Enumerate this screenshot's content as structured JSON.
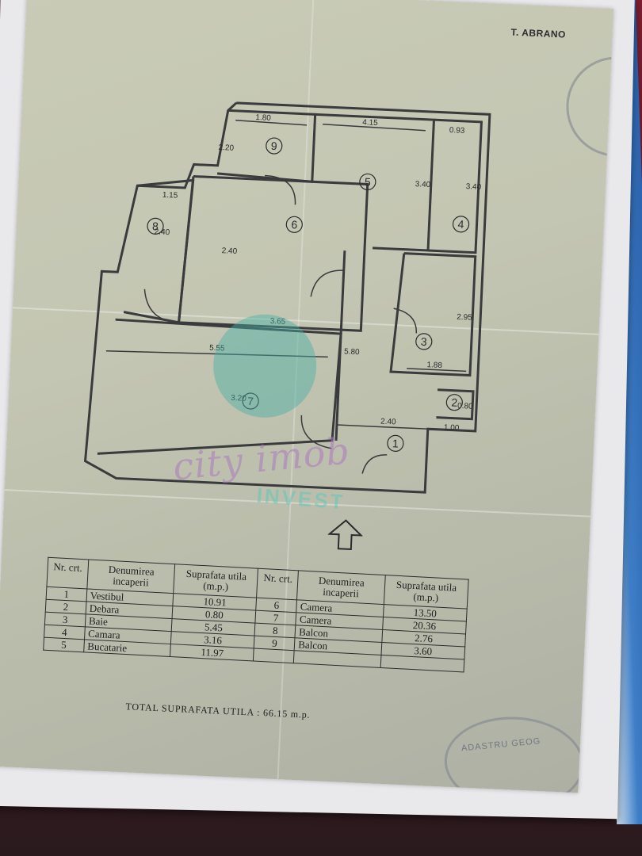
{
  "document": {
    "author_label": "T. ABRANO",
    "stamp_text": "ADASTRU GEOG",
    "watermark": {
      "brand": "city imob",
      "sub": "INVEST"
    }
  },
  "floor_plan": {
    "room_markers": [
      "1",
      "2",
      "3",
      "4",
      "5",
      "6",
      "7",
      "8",
      "9"
    ],
    "dimensions": {
      "d1_80": "1.80",
      "d4_15": "4.15",
      "d0_93": "0.93",
      "d2_20": "2.20",
      "d3_40a": "3.40",
      "d3_40b": "3.40",
      "d1_15": "1.15",
      "d2_40a": "2.40",
      "d2_40b": "2.40",
      "d3_65": "3.65",
      "d2_95": "2.95",
      "d1_88": "1.88",
      "d5_55": "5.55",
      "d3_20": "3.20",
      "d5_80": "5.80",
      "d2_40c": "2.40",
      "d0_80": "0.80",
      "d1_00": "1.00"
    }
  },
  "room_table": {
    "headers": {
      "nr": "Nr. crt.",
      "name": "Denumirea incaperii",
      "area": "Suprafata utila (m.p.)"
    },
    "left_rows": [
      {
        "nr": "1",
        "name": "Vestibul",
        "area": "10.91"
      },
      {
        "nr": "2",
        "name": "Debara",
        "area": "0.80"
      },
      {
        "nr": "3",
        "name": "Baie",
        "area": "5.45"
      },
      {
        "nr": "4",
        "name": "Camara",
        "area": "3.16"
      },
      {
        "nr": "5",
        "name": "Bucatarie",
        "area": "11.97"
      }
    ],
    "right_rows": [
      {
        "nr": "6",
        "name": "Camera",
        "area": "13.50"
      },
      {
        "nr": "7",
        "name": "Camera",
        "area": "20.36"
      },
      {
        "nr": "8",
        "name": "Balcon",
        "area": "2.76"
      },
      {
        "nr": "9",
        "name": "Balcon",
        "area": "3.60"
      },
      {
        "nr": "",
        "name": "",
        "area": ""
      }
    ],
    "total": "TOTAL SUPRAFATA UTILA : 66.15 m.p."
  }
}
